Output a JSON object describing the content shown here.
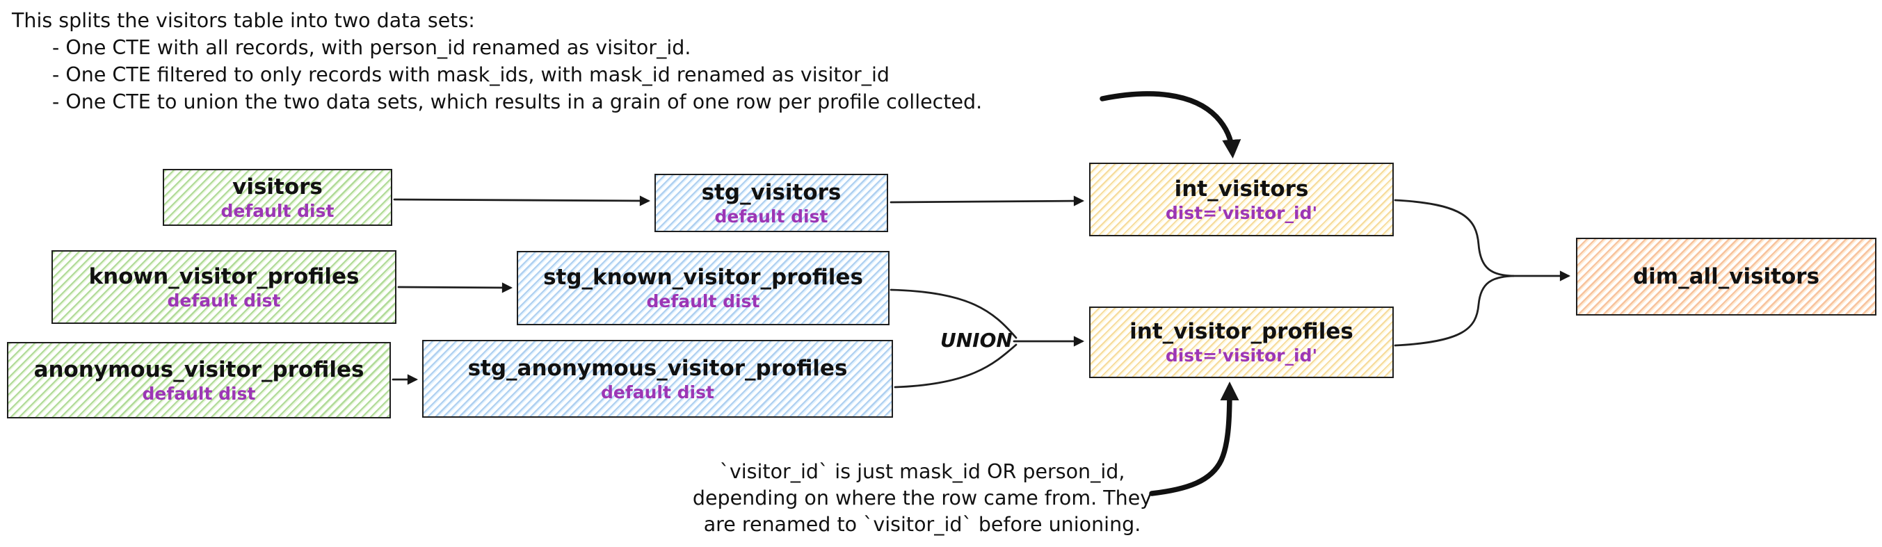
{
  "diagram_title": "visitors union data flow",
  "colors": {
    "ink": "#1e1e1e",
    "purple_text": "#9c36b5",
    "green_fill": "#b2e89e",
    "blue_fill": "#a5d8ff",
    "yellow_fill": "#ffec99",
    "orange_fill": "#ffc078"
  },
  "annotations": {
    "top_note": {
      "line1": "This splits the visitors table into two data sets:",
      "bullet1": "- One CTE with all records, with person_id renamed as visitor_id.",
      "bullet2": "- One CTE filtered to only records with mask_ids, with mask_id renamed as visitor_id",
      "bullet3": "- One CTE to union the two data sets, which results in a grain of one row per profile collected."
    },
    "union_label": "UNION",
    "bottom_note": {
      "line1": "`visitor_id` is just mask_id OR person_id,",
      "line2": "depending on where the row came from. They",
      "line3": "are renamed to `visitor_id` before unioning."
    }
  },
  "nodes": {
    "visitors": {
      "title": "visitors",
      "dist": "default dist",
      "color": "green"
    },
    "stg_visitors": {
      "title": "stg_visitors",
      "dist": "default dist",
      "color": "blue"
    },
    "int_visitors": {
      "title": "int_visitors",
      "dist": "dist='visitor_id'",
      "color": "yellow"
    },
    "known_visitor_profiles": {
      "title": "known_visitor_profiles",
      "dist": "default dist",
      "color": "green"
    },
    "stg_known_visitor_profiles": {
      "title": "stg_known_visitor_profiles",
      "dist": "default dist",
      "color": "blue"
    },
    "anonymous_visitor_profiles": {
      "title": "anonymous_visitor_profiles",
      "dist": "default dist",
      "color": "green"
    },
    "stg_anonymous_visitor_profiles": {
      "title": "stg_anonymous_visitor_profiles",
      "dist": "default dist",
      "color": "blue"
    },
    "int_visitor_profiles": {
      "title": "int_visitor_profiles",
      "dist": "dist='visitor_id'",
      "color": "yellow"
    },
    "dim_all_visitors": {
      "title": "dim_all_visitors",
      "color": "orange"
    }
  },
  "edges": [
    {
      "from": "visitors",
      "to": "stg_visitors"
    },
    {
      "from": "stg_visitors",
      "to": "int_visitors"
    },
    {
      "from": "known_visitor_profiles",
      "to": "stg_known_visitor_profiles"
    },
    {
      "from": "anonymous_visitor_profiles",
      "to": "stg_anonymous_visitor_profiles"
    },
    {
      "from": "stg_known_visitor_profiles",
      "to": "int_visitor_profiles",
      "via": "UNION"
    },
    {
      "from": "stg_anonymous_visitor_profiles",
      "to": "int_visitor_profiles",
      "via": "UNION"
    },
    {
      "from": "int_visitors",
      "to": "dim_all_visitors"
    },
    {
      "from": "int_visitor_profiles",
      "to": "dim_all_visitors"
    },
    {
      "from": "top_note",
      "to": "int_visitors",
      "style": "thick"
    },
    {
      "from": "bottom_note",
      "to": "int_visitor_profiles",
      "style": "thick"
    }
  ]
}
